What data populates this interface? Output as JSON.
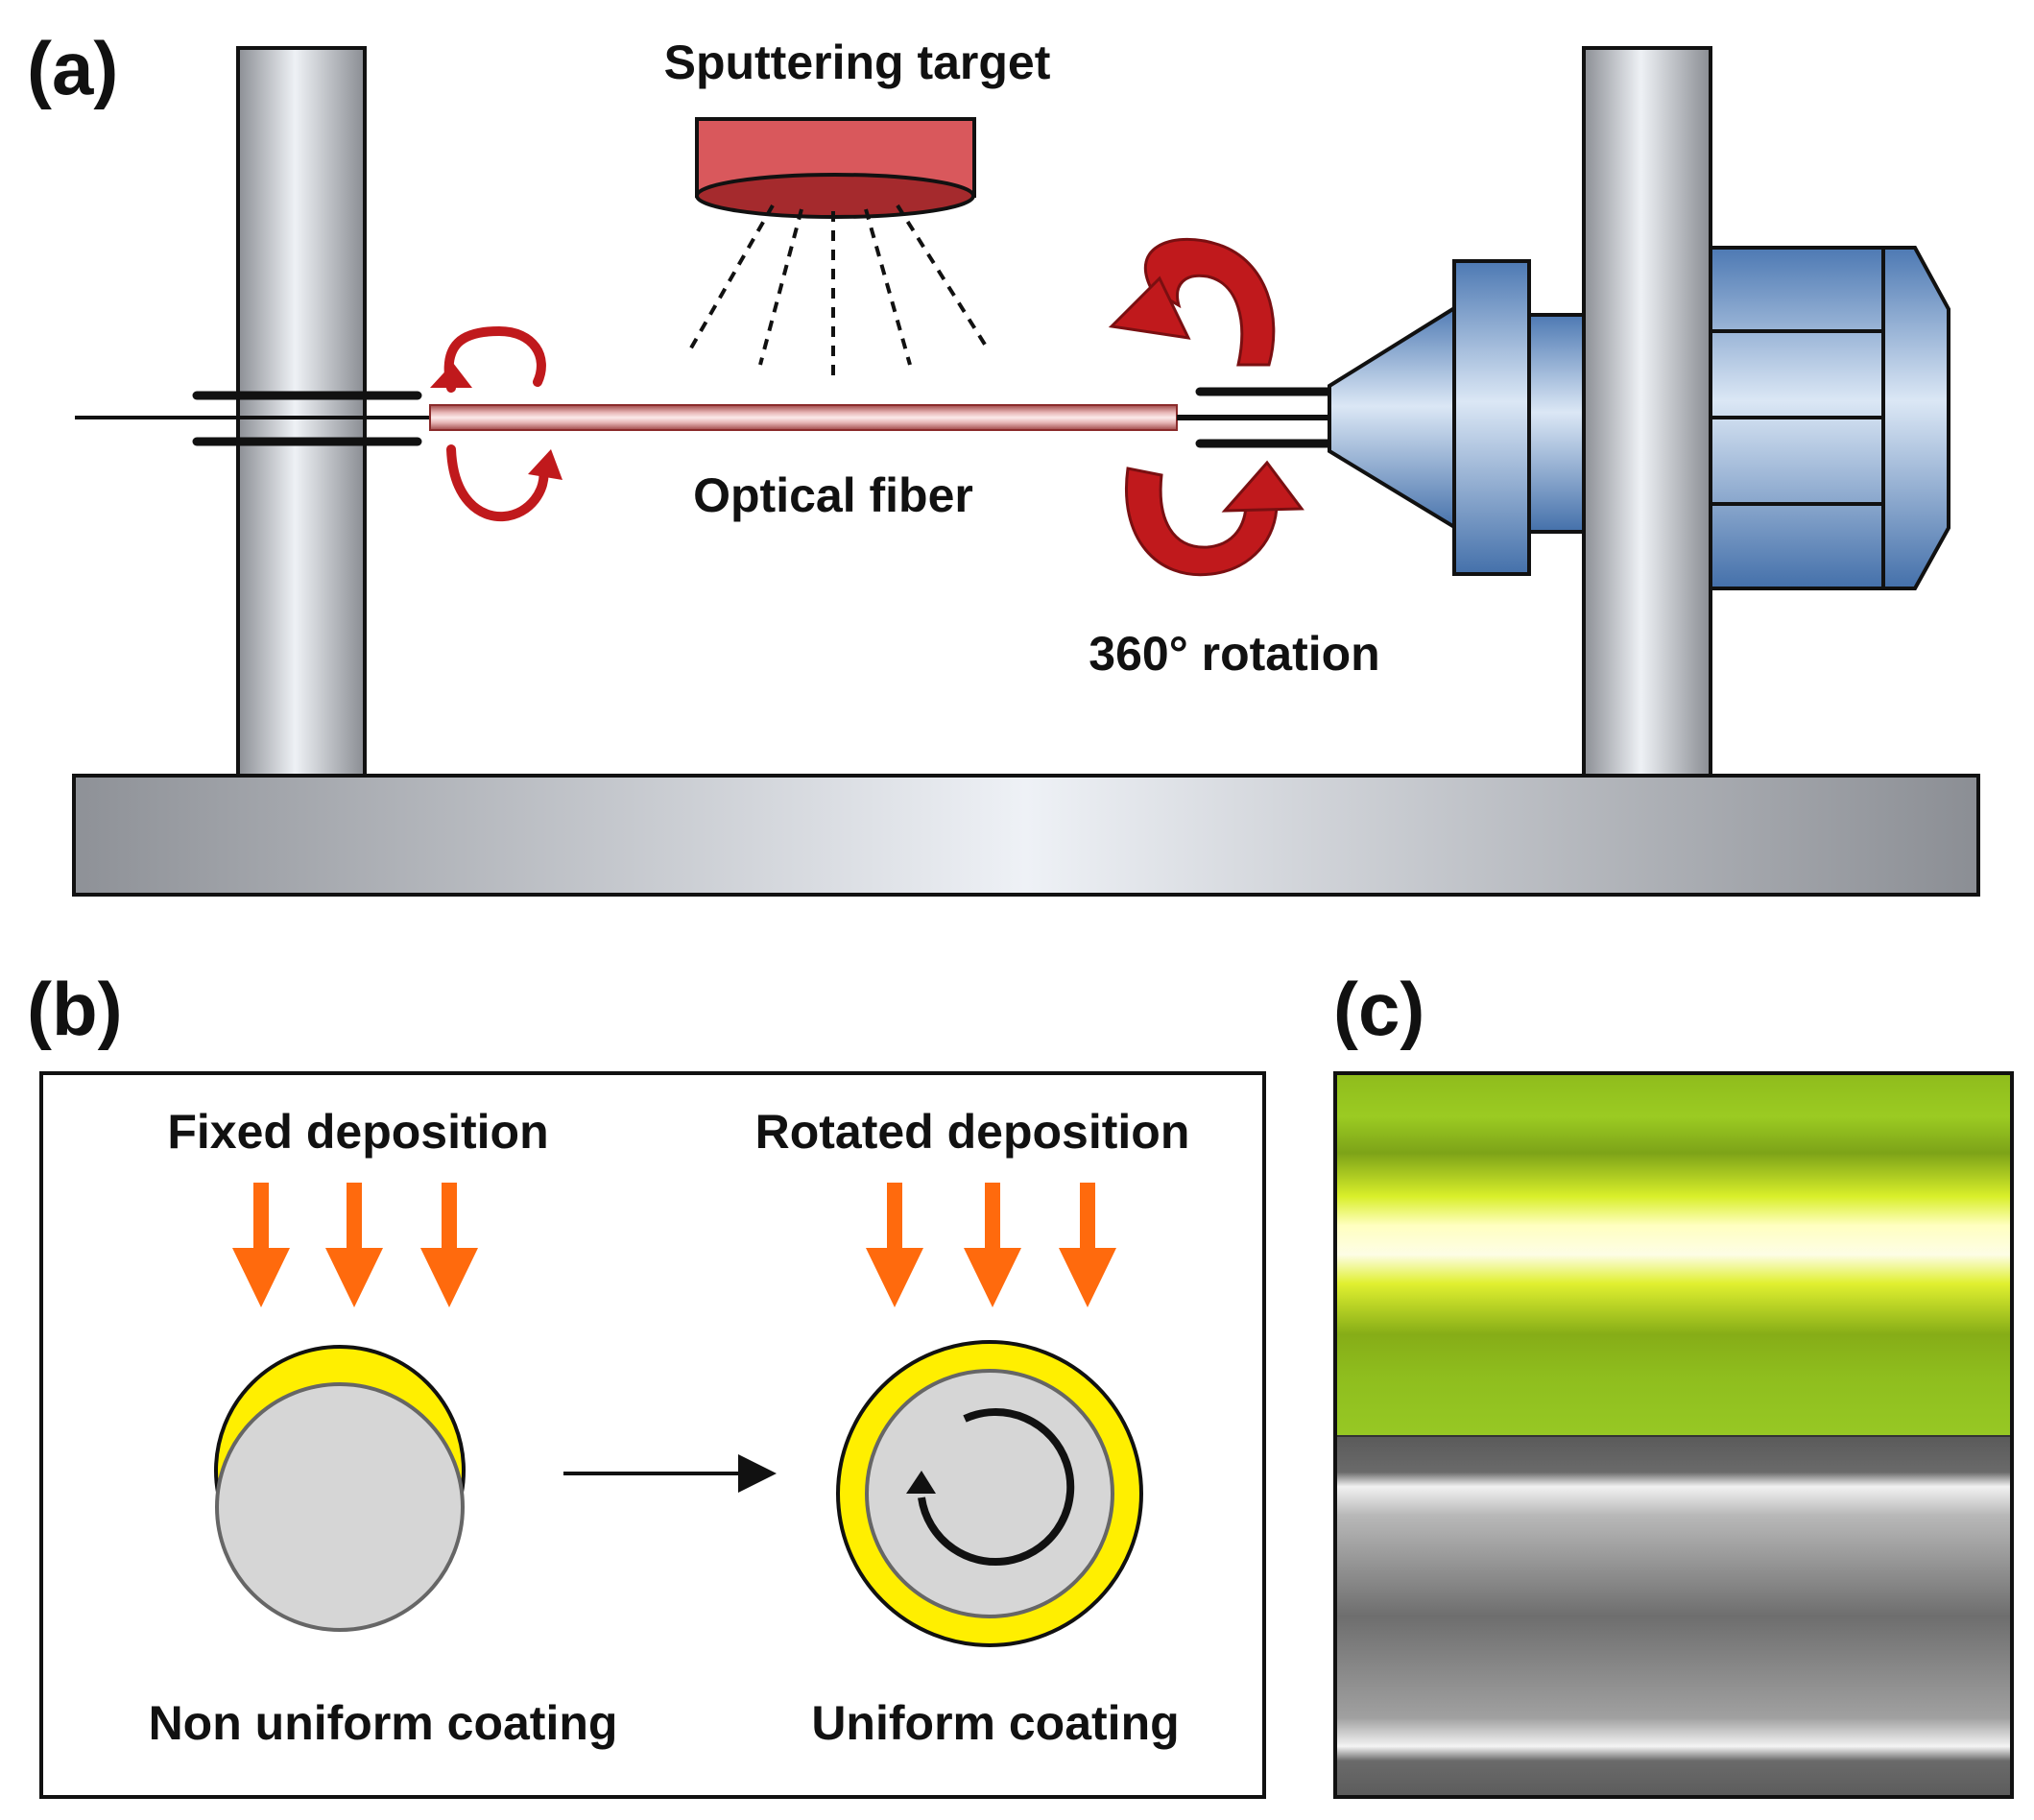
{
  "panels": {
    "a": {
      "letter": "(a)",
      "sputtering_target_label": "Sputtering target",
      "optical_fiber_label": "Optical fiber",
      "rotation_label": "360° rotation"
    },
    "b": {
      "letter": "(b)",
      "fixed_label": "Fixed deposition",
      "rotated_label": "Rotated deposition",
      "non_uniform_label": "Non uniform coating",
      "uniform_label": "Uniform coating"
    },
    "c": {
      "letter": "(c)"
    }
  },
  "colors": {
    "target": "#d9585c",
    "rotation_arrow": "#c0191c",
    "motor": "#7ea6d6",
    "deposition_arrow": "#ff6a0d",
    "coating": "#ffef00",
    "fiber_core": "#d6d6d6"
  }
}
